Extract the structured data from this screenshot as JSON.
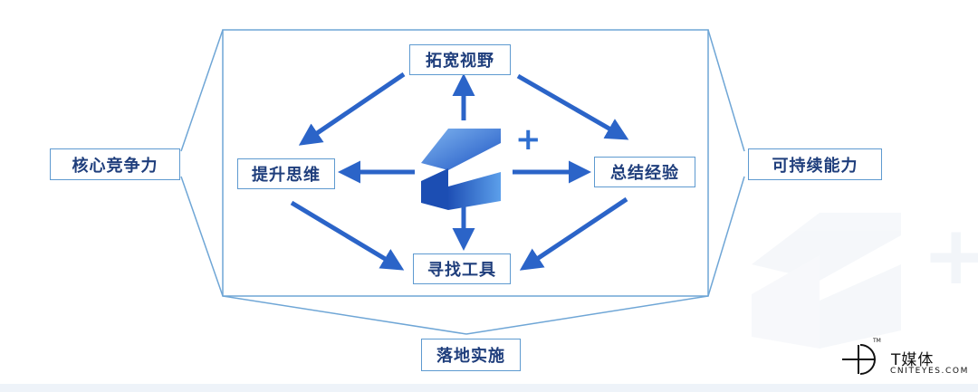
{
  "nodes": {
    "center_top": "拓宽视野",
    "center_left": "提升思维",
    "center_right": "总结经验",
    "center_bottom": "寻找工具",
    "outer_left": "核心竞争力",
    "outer_right": "可持续能力",
    "outer_bottom": "落地实施"
  },
  "center_logo": {
    "plus": "+"
  },
  "brand": {
    "name": "T媒体",
    "url": "CNITEYES.COM",
    "tm": "TM"
  },
  "colors": {
    "arrow": "#2b64c8",
    "frame": "#6fa6d6",
    "node_text": "#1f3e7c",
    "logo": "#2f6fd0"
  }
}
